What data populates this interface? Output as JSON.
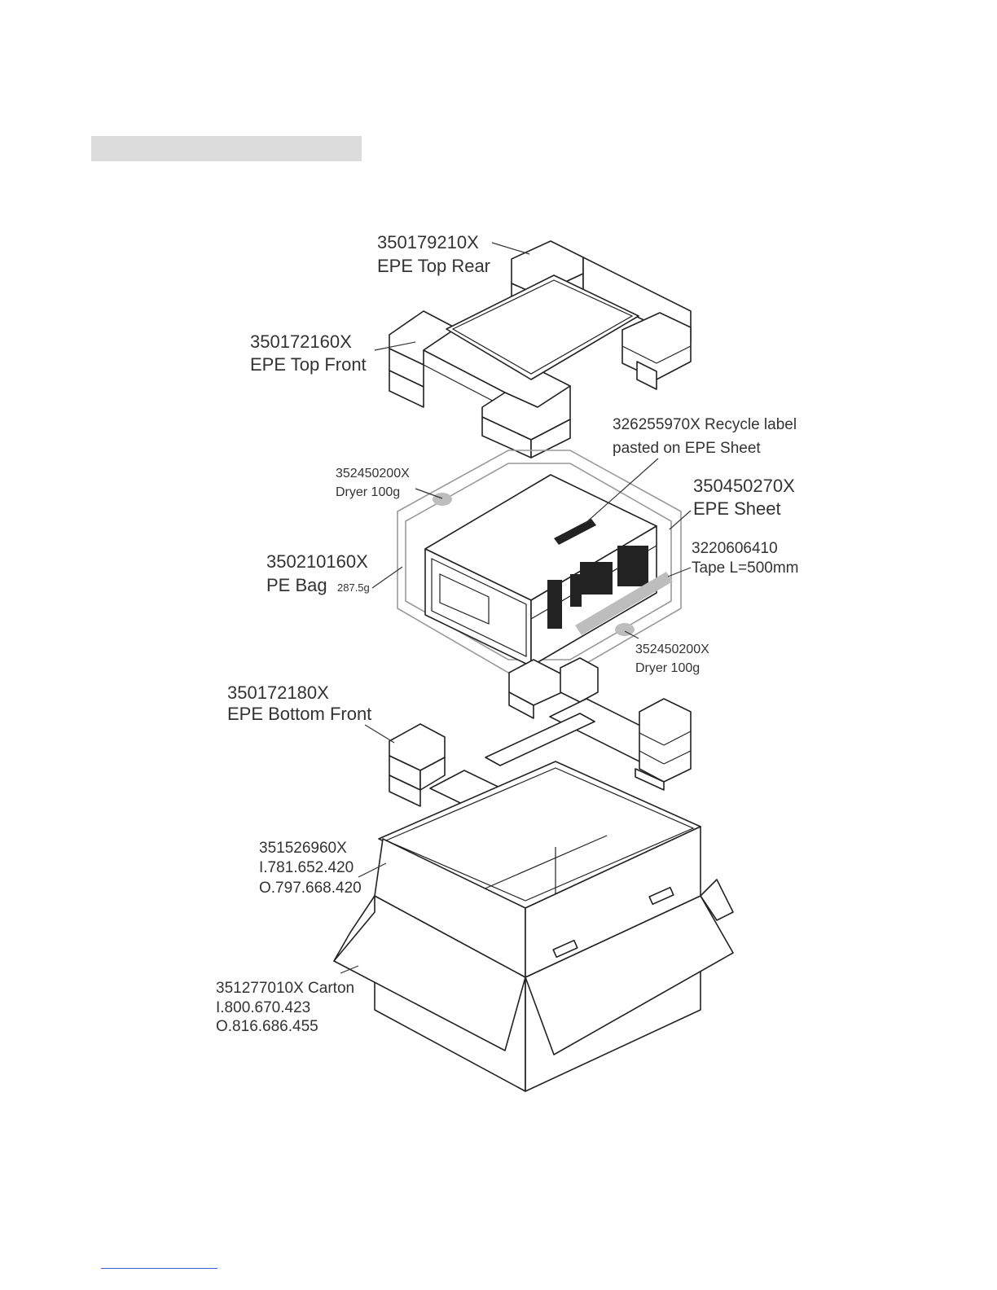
{
  "parts": {
    "top_rear": {
      "code": "350179210X",
      "name": "EPE Top Rear"
    },
    "top_front": {
      "code": "350172160X",
      "name": "EPE Top Front"
    },
    "recycle_label": {
      "line1": "326255970X Recycle label",
      "line2": "pasted on EPE Sheet"
    },
    "dryer_upper": {
      "code": "352450200X",
      "name": "Dryer 100g"
    },
    "epe_sheet": {
      "code": "350450270X",
      "name": "EPE Sheet"
    },
    "pe_bag": {
      "code": "350210160X",
      "name": "PE Bag",
      "weight": "287.5g"
    },
    "tape": {
      "code": "3220606410",
      "name": "Tape L=500mm"
    },
    "dryer_lower": {
      "code": "352450200X",
      "name": "Dryer 100g"
    },
    "bottom_front": {
      "code": "350172180X",
      "name": "EPE Bottom Front"
    },
    "inner_box": {
      "code": "351526960X",
      "inner": "I.781.652.420",
      "outer": "O.797.668.420"
    },
    "carton": {
      "code": "351277010X Carton",
      "inner": "I.800.670.423",
      "outer": "O.816.686.455"
    }
  },
  "colors": {
    "line": "#222222",
    "label_text": "#333333",
    "heading_bar": "#dcdcdc",
    "bag_outline": "#999999",
    "tape_fill": "#bdbdbd",
    "footer_rule": "#3d5ed9"
  }
}
